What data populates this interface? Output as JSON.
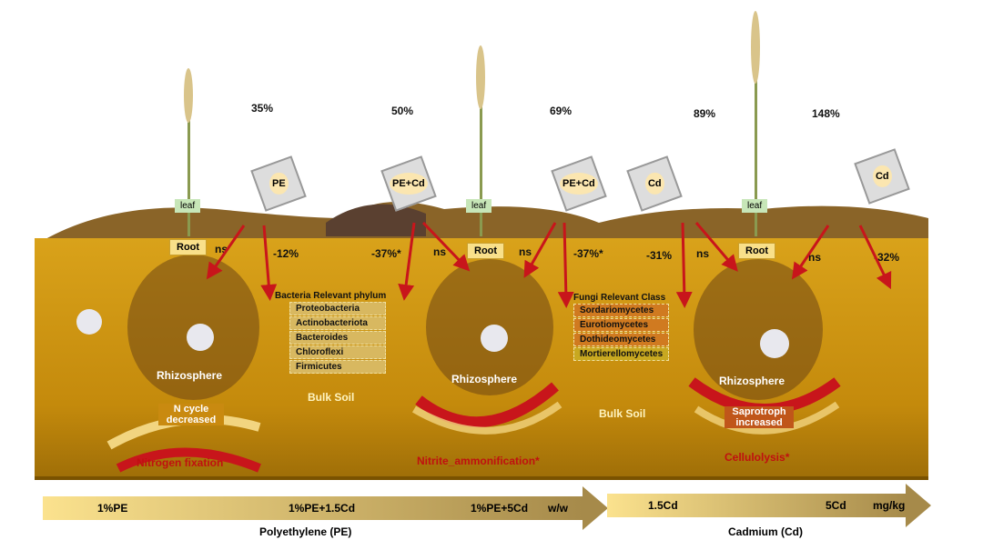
{
  "percentages": [
    "35%",
    "50%",
    "69%",
    "89%",
    "148%"
  ],
  "pollutants": [
    "PE",
    "PE+Cd",
    "PE+Cd",
    "Cd",
    "Cd"
  ],
  "leaf_label": "leaf",
  "root_label": "Root",
  "ns": "ns",
  "soil_changes": [
    "-12%",
    "-37%*",
    "-37%*",
    "-31%",
    "-32%"
  ],
  "bacteria": {
    "title": "Bacteria Relevant phylum",
    "items": [
      "Proteobacteria",
      "Actinobacteriota",
      "Bacteroides",
      "Chloroflexi",
      "Firmicutes"
    ]
  },
  "fungi": {
    "title": "Fungi Relevant Class",
    "items": [
      "Sordariomycetes",
      "Eurotiomycetes",
      "Dothideomycetes",
      "Mortierellomycetes"
    ]
  },
  "rhizosphere": "Rhizosphere",
  "bulk_soil": "Bulk Soil",
  "panels": [
    {
      "note": "N cycle decreased",
      "function": "Nitrogen fixation"
    },
    {
      "function": "Nitrite_ammonification*"
    },
    {
      "note": "Saprotroph increased",
      "function": "Cellulolysis*"
    }
  ],
  "pe_axis": {
    "labels": [
      "1%PE",
      "1%PE+1.5Cd",
      "1%PE+5Cd"
    ],
    "unit": "w/w",
    "title": "Polyethylene (PE)"
  },
  "cd_axis": {
    "labels": [
      "1.5Cd",
      "5Cd"
    ],
    "unit": "mg/kg",
    "title": "Cadmium (Cd)"
  }
}
